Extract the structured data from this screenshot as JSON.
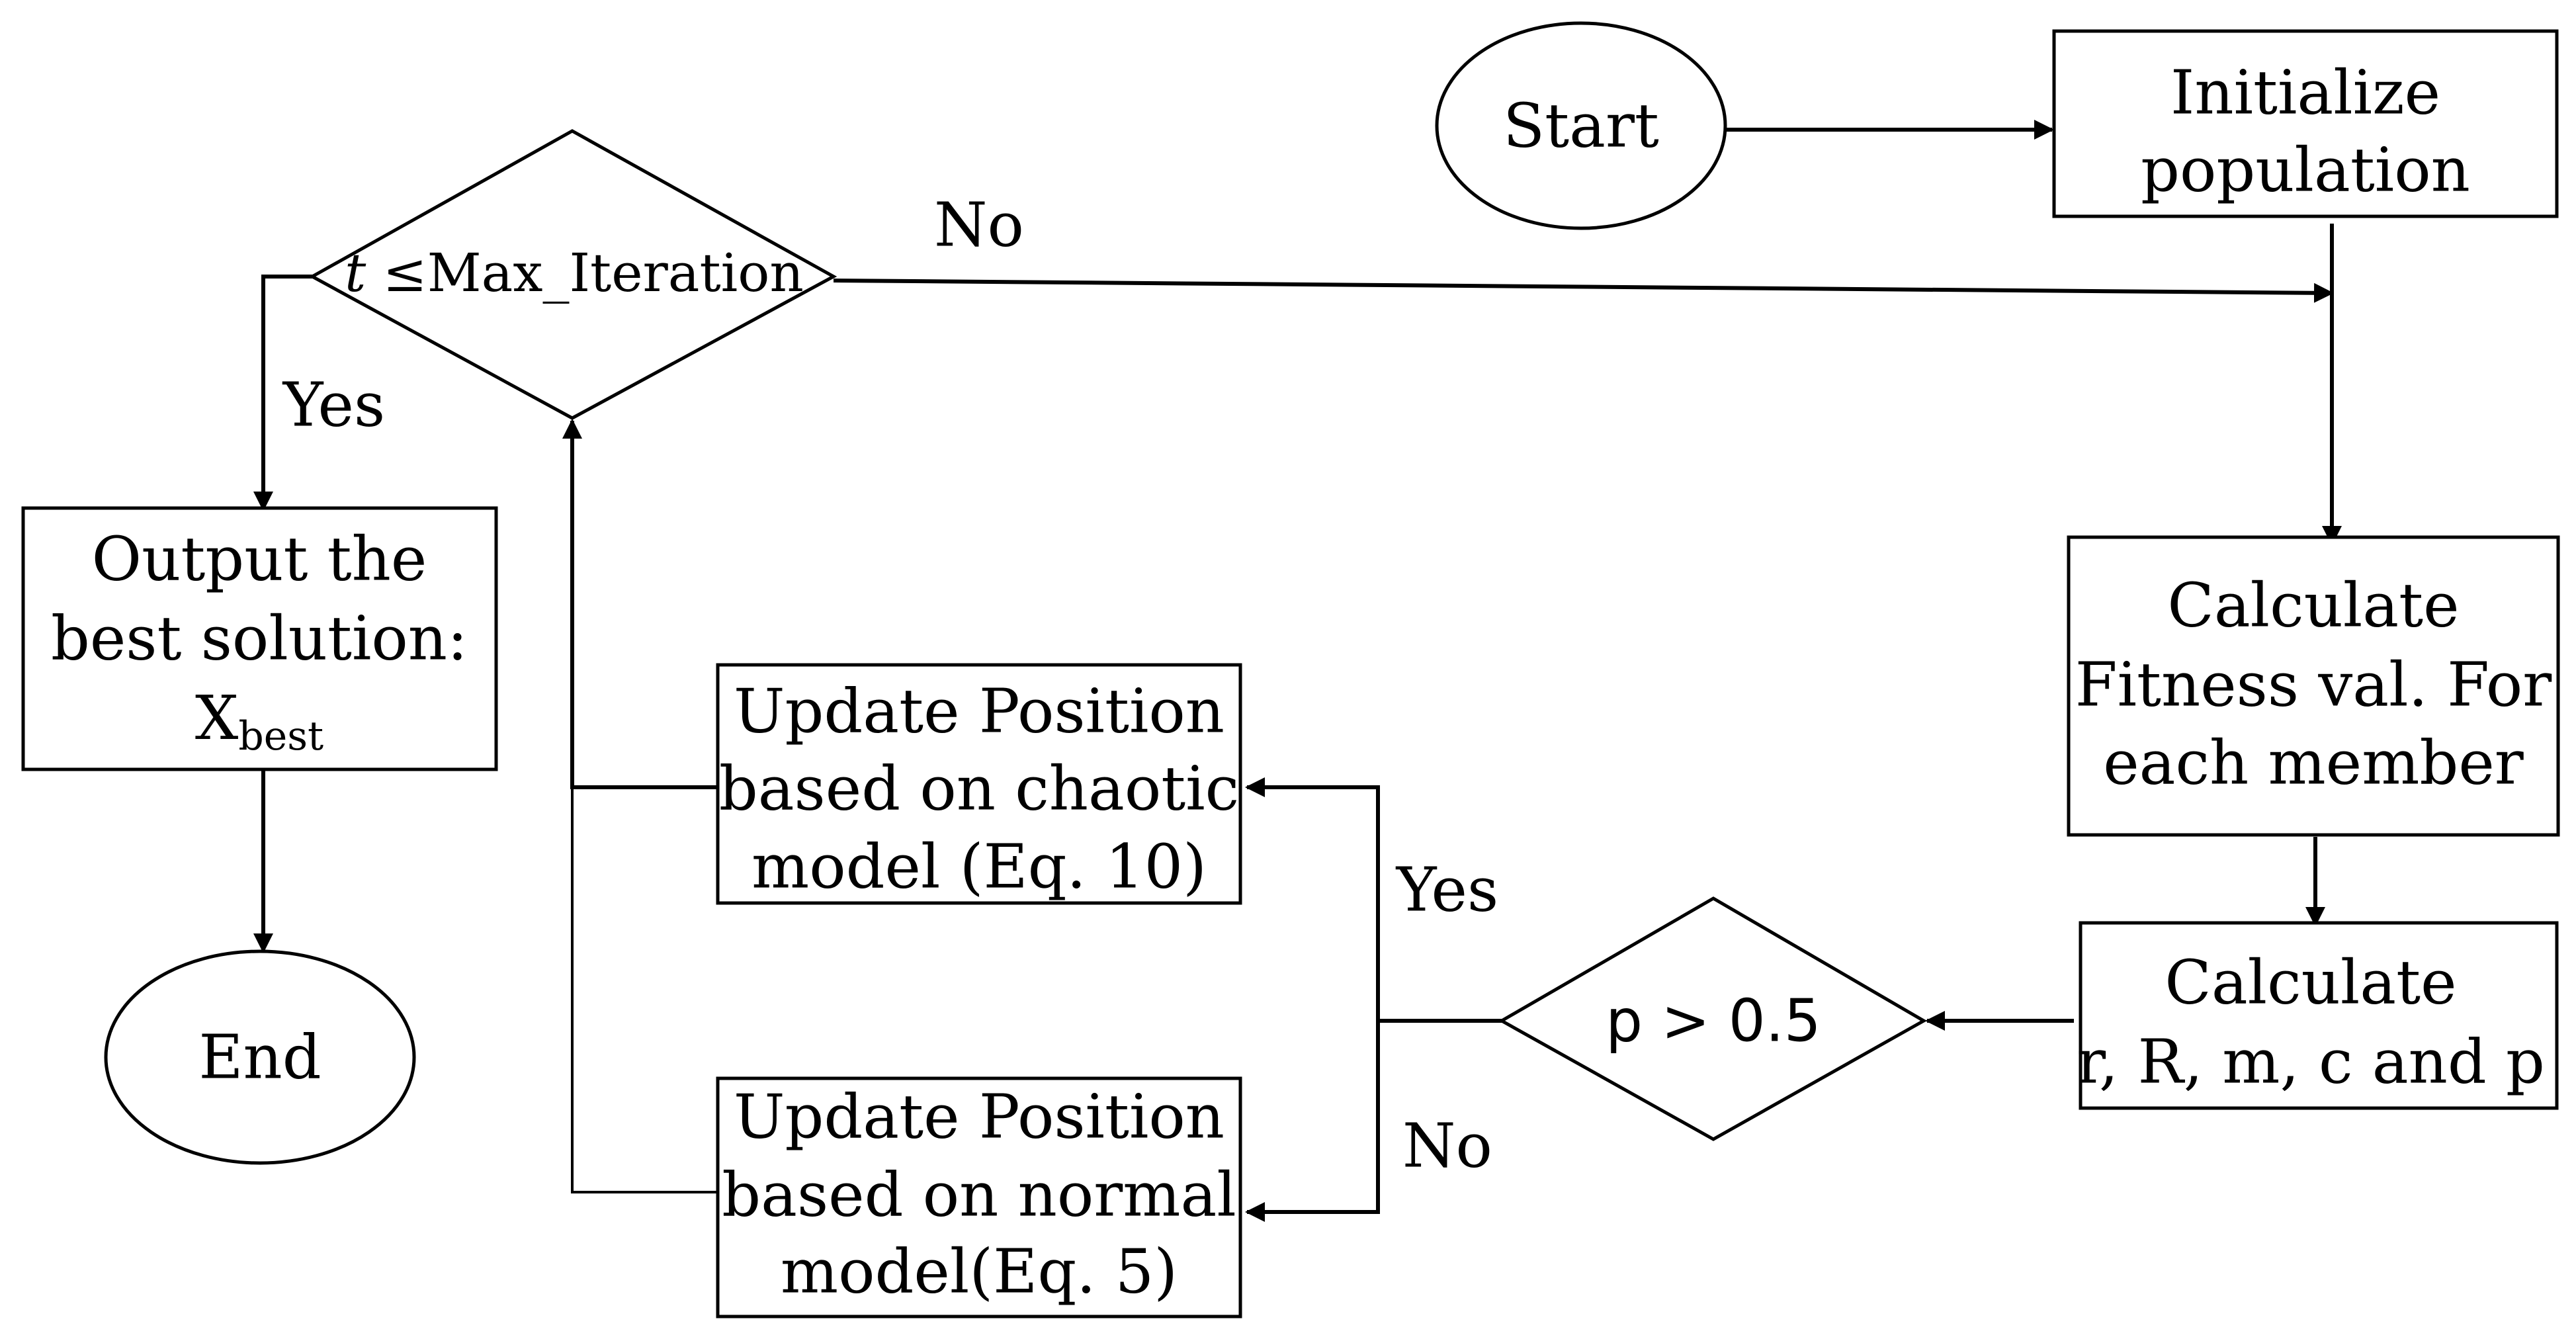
{
  "nodes": {
    "start": {
      "label": "Start"
    },
    "init": {
      "lines": [
        "Initialize",
        "population"
      ]
    },
    "fitness": {
      "lines": [
        "Calculate",
        "Fitness val. For",
        "each member"
      ]
    },
    "calc_params": {
      "lines": [
        "Calculate",
        "r, R, m, c and p"
      ]
    },
    "decision_p": {
      "label": "p > 0.5"
    },
    "update_chaotic": {
      "lines": [
        "Update Position",
        "based on chaotic",
        "model (Eq. 10)"
      ]
    },
    "update_normal": {
      "lines": [
        "Update Position",
        "based on normal",
        "model(Eq. 5)"
      ]
    },
    "decision_iter": {
      "var": "t",
      "label": " ≤Max_Iteration"
    },
    "output": {
      "lines": [
        "Output the",
        "best solution:"
      ],
      "symbol": "X",
      "subscript": "best"
    },
    "end": {
      "label": "End"
    }
  },
  "edge_labels": {
    "iter_no": "No",
    "iter_yes": "Yes",
    "p_yes": "Yes",
    "p_no": "No"
  },
  "colors": {
    "stroke": "#000000",
    "background": "#ffffff"
  }
}
